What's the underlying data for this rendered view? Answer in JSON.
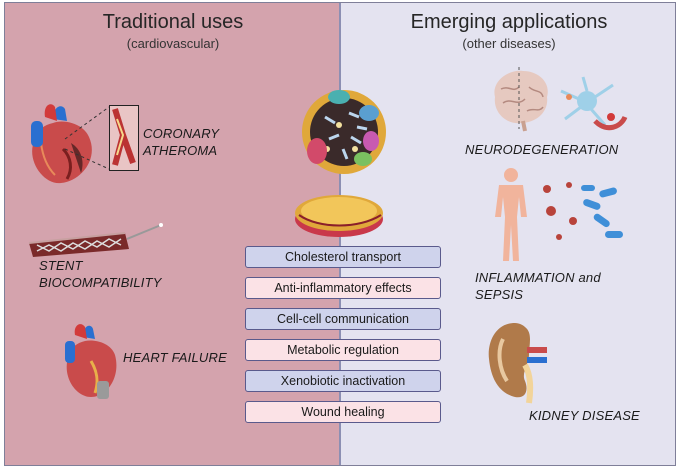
{
  "left": {
    "title": "Traditional uses",
    "subtitle": "(cardiovascular)",
    "items": [
      {
        "line1": "CORONARY",
        "line2": "ATHEROMA"
      },
      {
        "line1": "STENT",
        "line2": "BIOCOMPATIBILITY"
      },
      {
        "line1": "HEART FAILURE"
      }
    ]
  },
  "right": {
    "title": "Emerging applications",
    "subtitle": "(other diseases)",
    "items": [
      {
        "line1": "NEURODEGENERATION"
      },
      {
        "line1": "INFLAMMATION and",
        "line2": "SEPSIS"
      },
      {
        "line1": "KIDNEY DISEASE"
      }
    ]
  },
  "functions": [
    {
      "label": "Cholesterol transport",
      "style": "blue"
    },
    {
      "label": "Anti-inflammatory effects",
      "style": "pink"
    },
    {
      "label": "Cell-cell communication",
      "style": "blue"
    },
    {
      "label": "Metabolic regulation",
      "style": "pink"
    },
    {
      "label": "Xenobiotic inactivation",
      "style": "blue"
    },
    {
      "label": "Wound healing",
      "style": "pink"
    }
  ],
  "colors": {
    "left_bg": "#d4a3ad",
    "right_bg": "#e4e3f0",
    "box_blue": "#cfd3ec",
    "box_pink": "#fbe2e6",
    "box_border": "#5a5a8c"
  },
  "icons": [
    "heart-icon",
    "coronary-artery-icon",
    "stent-icon",
    "failing-heart-icon",
    "lipoprotein-particle-icon",
    "discoidal-hdl-icon",
    "brain-icon",
    "neuron-icon",
    "human-body-icon",
    "pathogen-icon",
    "kidney-icon"
  ]
}
